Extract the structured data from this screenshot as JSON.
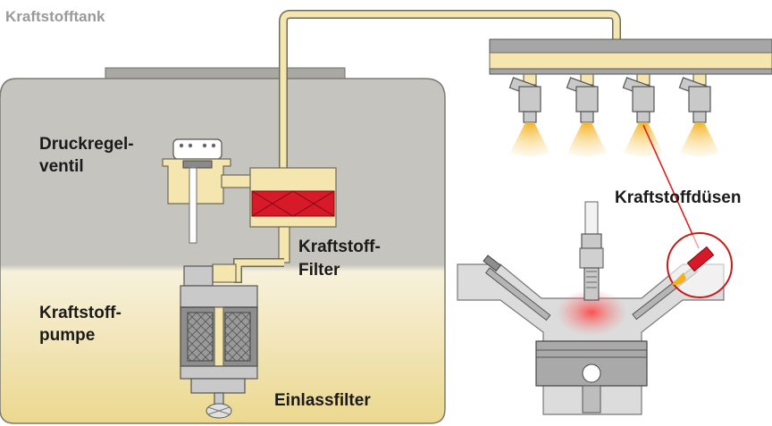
{
  "diagram": {
    "title": "Kraftstofftank",
    "labels": {
      "pressure_valve_line1": "Druckregel-",
      "pressure_valve_line2": "ventil",
      "filter_line1": "Kraftstoff-",
      "filter_line2": "Filter",
      "pump_line1": "Kraftstoff-",
      "pump_line2": "pumpe",
      "inlet_filter": "Einlassfilter",
      "injectors": "Kraftstoffdüsen"
    },
    "colors": {
      "tank_upper": "#c8c6c0",
      "tank_lower": "#f1e2a6",
      "fuel_line": "#f5e6b0",
      "filter_red": "#d8192a",
      "callout_red": "#e02020",
      "spray": "#f0c040"
    },
    "icons": [
      "fuel-tank-icon",
      "pressure-regulator-icon",
      "fuel-filter-icon",
      "fuel-pump-icon",
      "fuel-rail-icon",
      "injector-icon",
      "engine-cylinder-icon",
      "spark-plug-icon",
      "piston-icon"
    ]
  }
}
